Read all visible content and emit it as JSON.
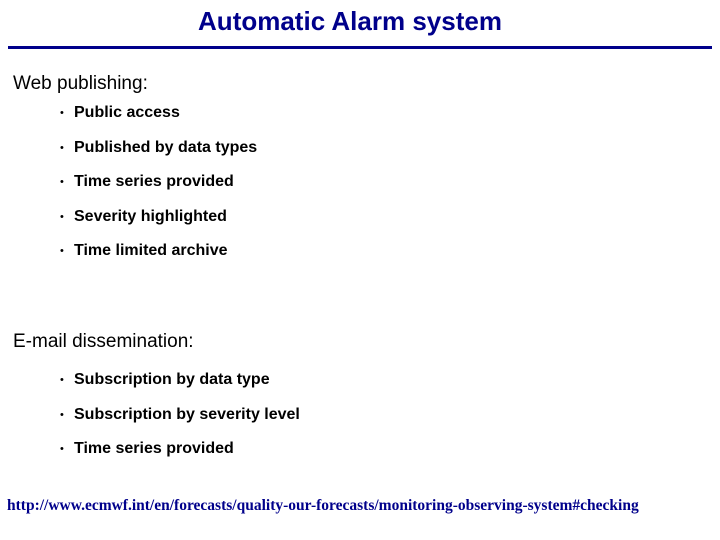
{
  "slide": {
    "title": "Automatic Alarm system",
    "colors": {
      "title": "#00008B",
      "rule": "#00008B",
      "link": "#00008B",
      "text": "#000000"
    }
  },
  "web_publishing": {
    "heading": "Web publishing:",
    "bullet_glyph": "•",
    "items": [
      "Public access",
      "Published by data types",
      "Time series provided",
      "Severity highlighted",
      "Time limited archive"
    ]
  },
  "email_dissemination": {
    "heading": "E-mail dissemination:",
    "bullet_glyph": "•",
    "items": [
      "Subscription by data type",
      "Subscription by severity level",
      "Time series provided"
    ]
  },
  "footer": {
    "link_text": "http://www.ecmwf.int/en/forecasts/quality-our-forecasts/monitoring-observing-system#checking"
  }
}
